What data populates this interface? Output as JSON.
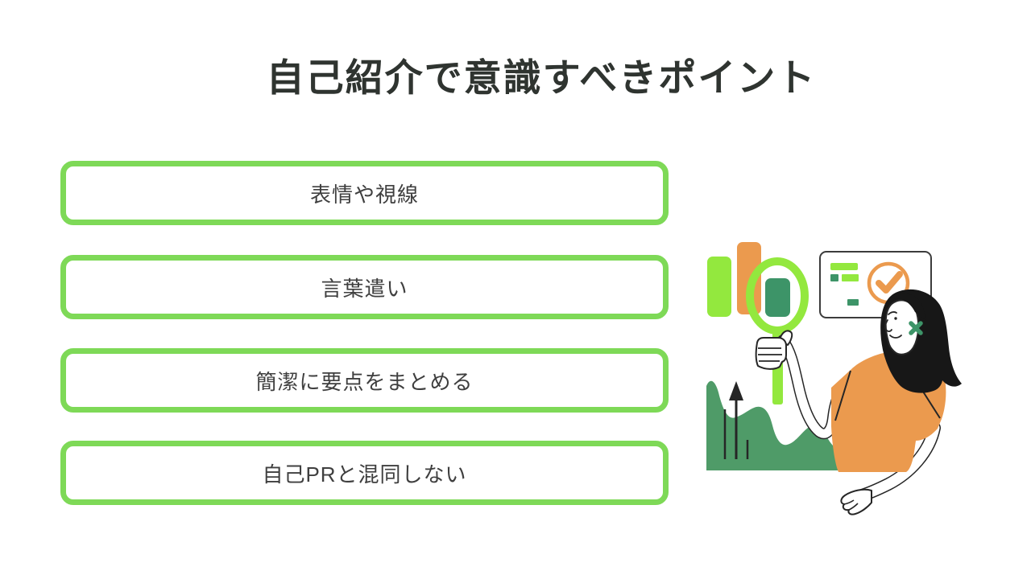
{
  "title": "自己紹介で意識すべきポイント",
  "points": [
    {
      "label": "表情や視線"
    },
    {
      "label": "言葉遣い"
    },
    {
      "label": "簡潔に要点をまとめる"
    },
    {
      "label": "自己PRと混同しない"
    }
  ],
  "colors": {
    "green-border": "#7ED957",
    "green-bright": "#93E83E",
    "orange": "#EB9A4E",
    "green-dark": "#3D9468",
    "green-wave": "#4F9B68",
    "ink": "#262626",
    "title-text": "#2F3430",
    "box-text": "#3F3F3F"
  },
  "illustration": {
    "name": "woman-analyzing-charts-with-magnifier",
    "icons": [
      "bar-chart-icon",
      "magnifier-icon",
      "checklist-board-icon",
      "check-circle-icon",
      "growth-arrow-icon",
      "area-chart-icon"
    ]
  }
}
